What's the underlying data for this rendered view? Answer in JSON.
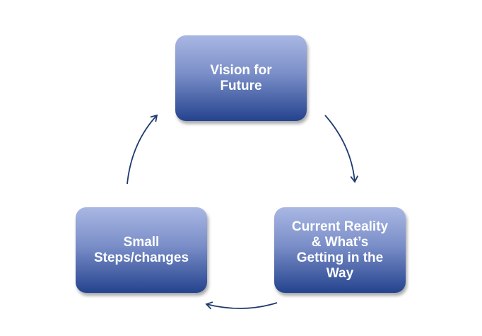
{
  "nodes": {
    "vision": {
      "label": "Vision for\nFuture"
    },
    "reality": {
      "label": "Current Reality\n& What’s\nGetting in the\nWay"
    },
    "steps": {
      "label": "Small\nSteps/changes"
    }
  },
  "colors": {
    "node_top": "#a9b7e3",
    "node_bottom": "#24438e",
    "arrow": "#1f3a6e",
    "text": "#ffffff"
  }
}
